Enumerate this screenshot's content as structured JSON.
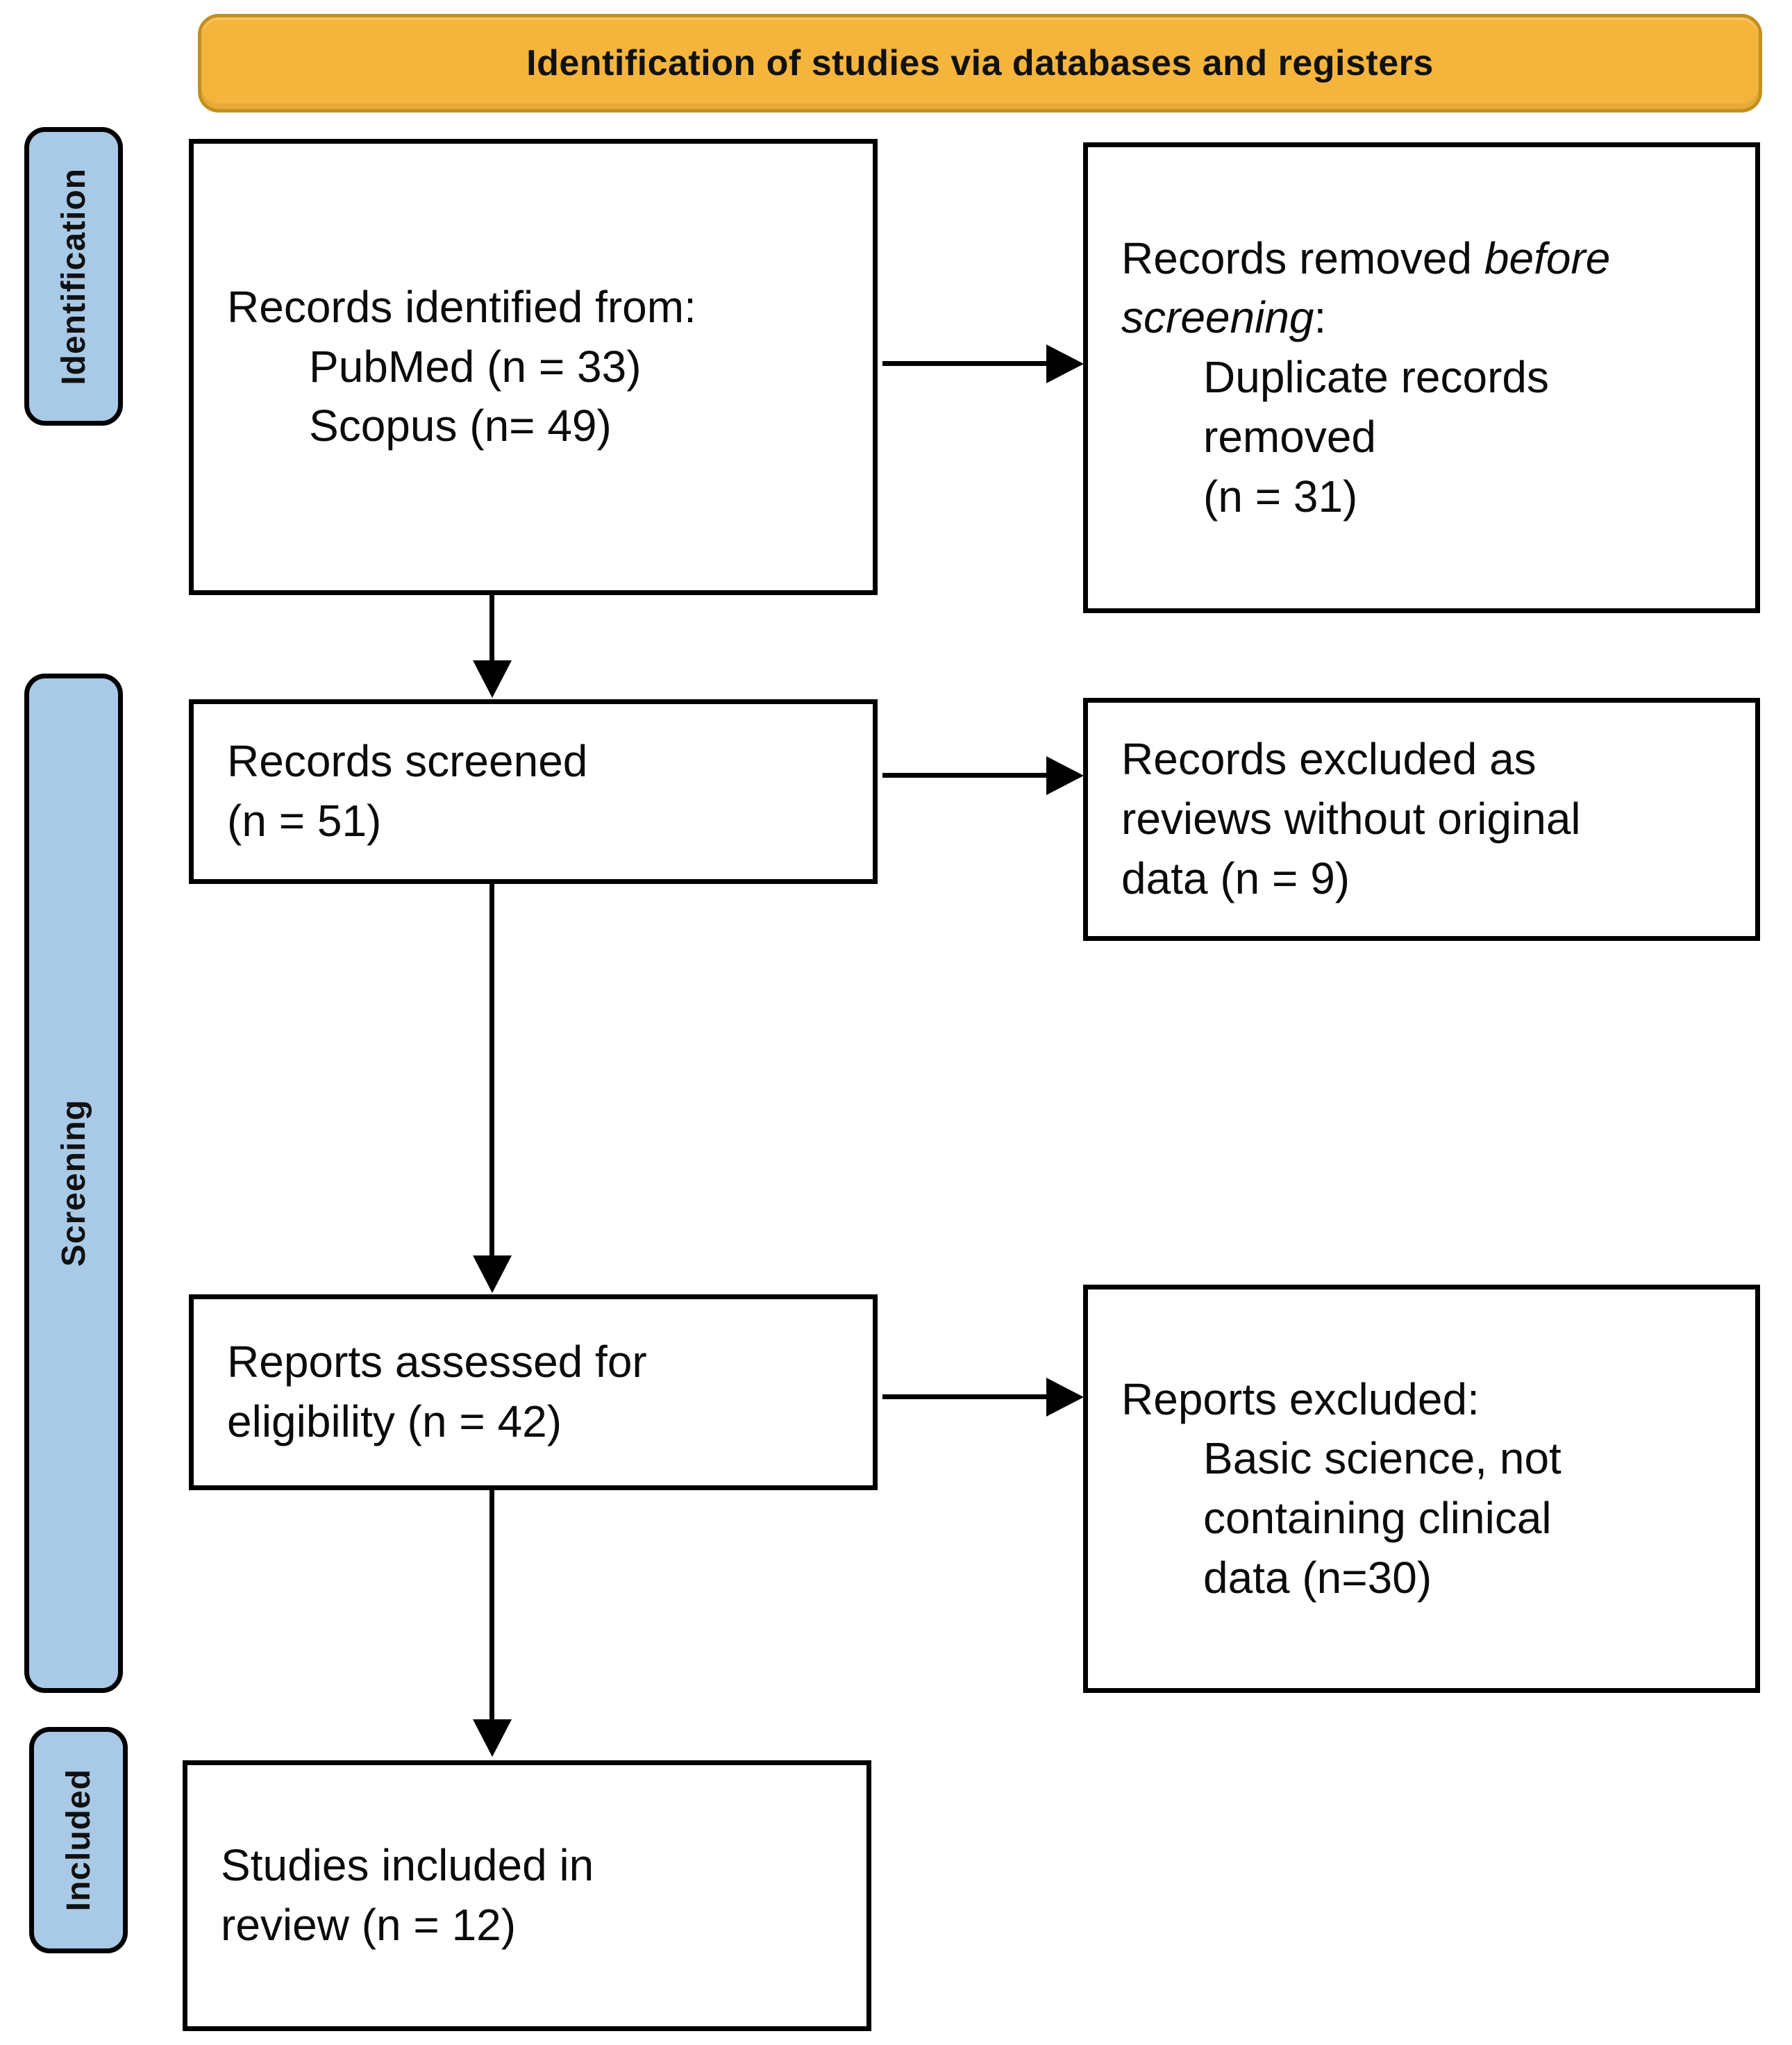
{
  "banner": {
    "label": "Identification of studies via databases and registers"
  },
  "colors": {
    "banner_fill": "#F5B53D",
    "banner_border": "#C3901F",
    "stage_fill": "#A8CAE7",
    "box_border": "#000000"
  },
  "stages": [
    {
      "label": "Identification"
    },
    {
      "label": "Screening"
    },
    {
      "label": "Included"
    }
  ],
  "flow_boxes": {
    "records_identified": {
      "line1": "Records identified from:",
      "line2": "PubMed (n = 33)",
      "line3": "Scopus (n= 49)"
    },
    "records_screened": {
      "line1": "Records screened",
      "line2": "(n = 51)"
    },
    "reports_assessed": {
      "line1": "Reports assessed for",
      "line2": "eligibility (n = 42)"
    },
    "studies_included": {
      "line1": "Studies included in",
      "line2": "review (n = 12)"
    }
  },
  "exclusion_boxes": {
    "removed_before_screening": {
      "line1_normal": "Records removed ",
      "line1_italic": "before",
      "line2_italic": "screening",
      "line2_normal": ":",
      "line3": "Duplicate records",
      "line4": "removed",
      "line5": "(n = 31)"
    },
    "records_excluded": {
      "line1": "Records excluded as",
      "line2": "reviews without original",
      "line3": "data (n = 9)"
    },
    "reports_excluded": {
      "line1": "Reports excluded:",
      "line2": "Basic science, not",
      "line3": "containing clinical",
      "line4": "data (n=30)"
    }
  }
}
